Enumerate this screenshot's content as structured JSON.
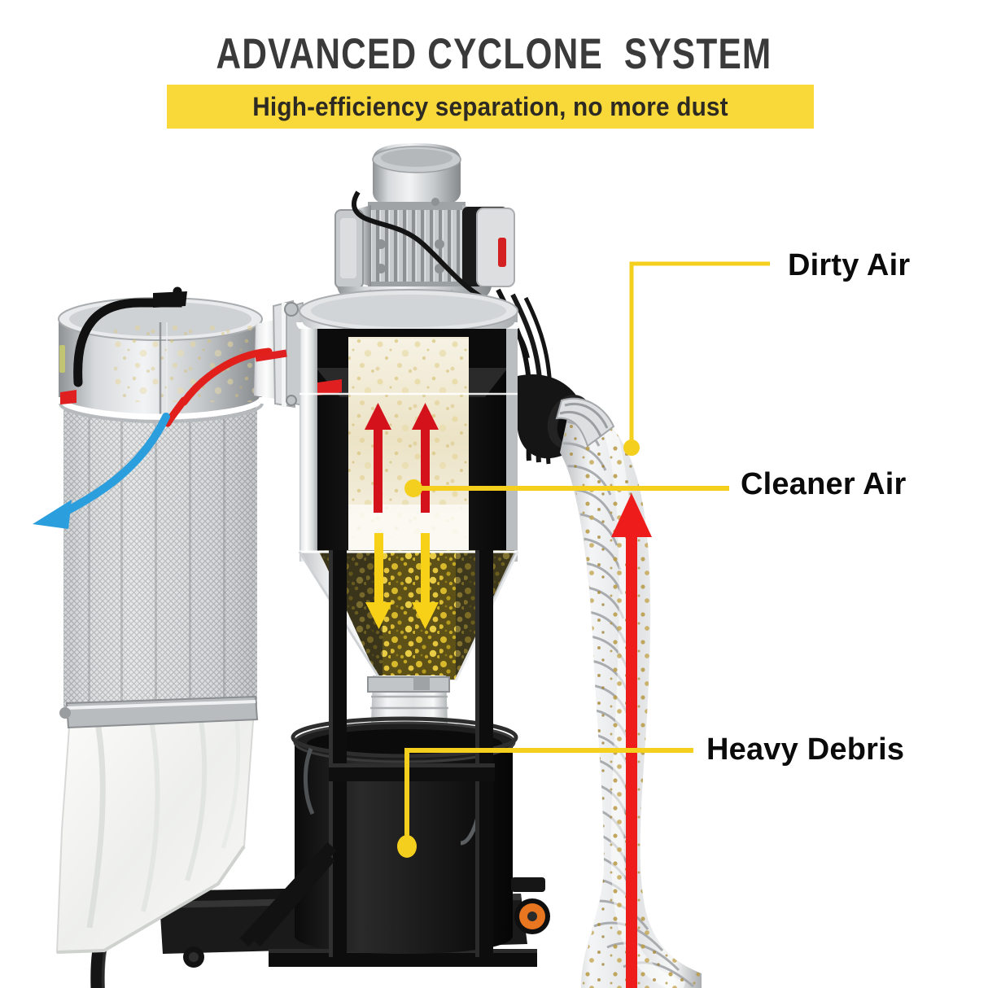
{
  "header": {
    "title": "ADVANCED CYCLONE  SYSTEM",
    "subtitle": "High-efficiency separation, no more dust",
    "banner_color": "#f9d93a",
    "title_color": "#3a3a3a"
  },
  "callouts": [
    {
      "id": "dirty",
      "label": "Dirty Air",
      "leader_color": "#f5cf1e",
      "marker": "dot-on-hose"
    },
    {
      "id": "cleaner",
      "label": "Cleaner Air",
      "leader_color": "#f5cf1e",
      "marker": "dot-in-cyclone-cylinder"
    },
    {
      "id": "heavy",
      "label": "Heavy Debris",
      "leader_color": "#f5cf1e",
      "marker": "dot-in-collection-drum"
    }
  ],
  "flow_arrows": [
    {
      "name": "dirty-air-intake-hose",
      "color": "#ef1c1c",
      "direction": "up",
      "location": "flex-hose"
    },
    {
      "name": "cyclone-inner-updraft-1",
      "color": "#d4121b",
      "direction": "up",
      "location": "cyclone-inner-cylinder"
    },
    {
      "name": "cyclone-inner-updraft-2",
      "color": "#d4121b",
      "direction": "up",
      "location": "cyclone-inner-cylinder"
    },
    {
      "name": "debris-downfall-1",
      "color": "#f7d117",
      "direction": "down",
      "location": "cyclone-cone"
    },
    {
      "name": "debris-downfall-2",
      "color": "#f7d117",
      "direction": "down",
      "location": "cyclone-cone"
    },
    {
      "name": "filter-inflow-curve",
      "color": "#e2201b",
      "direction": "curve-into-filter",
      "location": "filter-canister-top"
    },
    {
      "name": "clean-air-exhaust",
      "color": "#2b9ede",
      "direction": "curve-out-left",
      "location": "filter-media"
    }
  ],
  "machine": {
    "parts": [
      {
        "name": "motor-housing",
        "color": "#b9bdbf"
      },
      {
        "name": "motor-fan-cover",
        "color": "#a9aeb1"
      },
      {
        "name": "electrical-switch-box",
        "color": "#d9dadb"
      },
      {
        "name": "switch-indicator",
        "color": "#d62121"
      },
      {
        "name": "capacitor-canister",
        "color": "#c3c7c9"
      },
      {
        "name": "power-cable",
        "color": "#1c1c1c"
      },
      {
        "name": "cyclone-upper-drum",
        "color": "#e8e9ea"
      },
      {
        "name": "cyclone-cutaway-void",
        "color": "#121212"
      },
      {
        "name": "cyclone-inner-cylinder",
        "color": "#f2eede"
      },
      {
        "name": "cyclone-cone",
        "color": "#e8e9ea"
      },
      {
        "name": "dust-swirl-fill",
        "color": "#d9c266"
      },
      {
        "name": "debris-pile",
        "color": "#9c8a26"
      },
      {
        "name": "intake-elbow",
        "color": "#191919"
      },
      {
        "name": "flex-hose",
        "color": "#e6e7e9"
      },
      {
        "name": "drop-hose",
        "color": "#e3e4e6"
      },
      {
        "name": "collection-drum",
        "color": "#141414"
      },
      {
        "name": "drum-latch",
        "color": "#2b2b2b"
      },
      {
        "name": "frame-uprights",
        "color": "#0f0f0f"
      },
      {
        "name": "cart-base",
        "color": "#111111"
      },
      {
        "name": "push-handle",
        "color": "#141414"
      },
      {
        "name": "caster-wheel",
        "color": "#e8751f"
      },
      {
        "name": "filter-canister-lid",
        "color": "#c8cacb"
      },
      {
        "name": "filter-media",
        "color": "#cfd1d2"
      },
      {
        "name": "filter-clamp-band",
        "color": "#b6b8ba"
      },
      {
        "name": "collection-bag",
        "color": "#f2f2f0"
      },
      {
        "name": "transfer-duct",
        "color": "#dddedf"
      }
    ]
  }
}
